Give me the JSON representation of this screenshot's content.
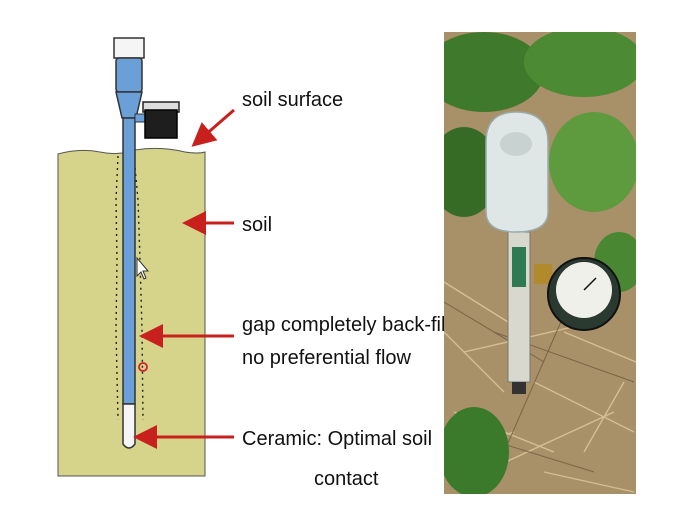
{
  "labels": {
    "soil_surface": "soil surface",
    "soil": "soil",
    "gap_line1": "gap completely back-filled,",
    "gap_line2": "no preferential flow",
    "ceramic_line1": "Ceramic: Optimal soil",
    "ceramic_line2": "contact"
  },
  "colors": {
    "soil": "#d6d38a",
    "tube": "#6a9fd8",
    "arrow": "#c8201c",
    "background": "#ffffff"
  },
  "icons": {
    "cursor": "mouse-pointer-icon"
  }
}
